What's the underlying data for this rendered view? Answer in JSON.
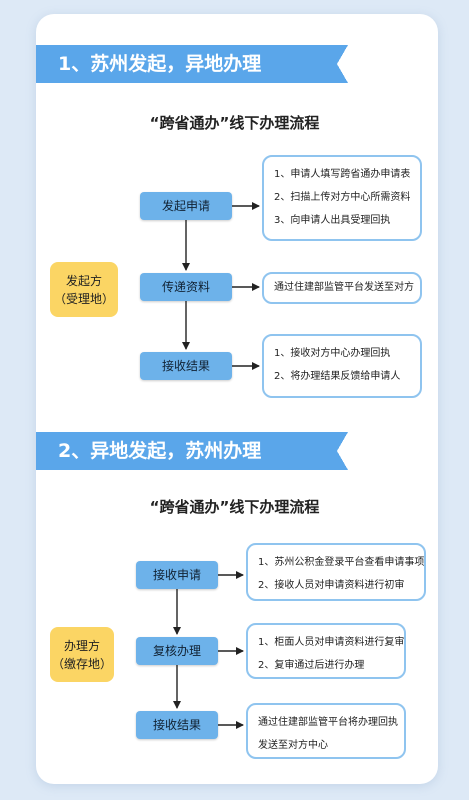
{
  "sections": [
    {
      "banner": "1、苏州发起，异地办理",
      "flow_title": "“跨省通办”线下办理流程",
      "role": [
        "发起方",
        "（受理地）"
      ],
      "steps": [
        "发起申请",
        "传递资料",
        "接收结果"
      ],
      "notes": [
        [
          "1、申请人填写跨省通办申请表",
          "2、扫描上传对方中心所需资料",
          "3、向申请人出具受理回执"
        ],
        [
          "通过住建部监管平台发送至对方"
        ],
        [
          "1、接收对方中心办理回执",
          "2、将办理结果反馈给申请人"
        ]
      ]
    },
    {
      "banner": "2、异地发起，苏州办理",
      "flow_title": "“跨省通办”线下办理流程",
      "role": [
        "办理方",
        "（缴存地）"
      ],
      "steps": [
        "接收申请",
        "复核办理",
        "接收结果"
      ],
      "notes": [
        [
          "1、苏州公积金登录平台查看申请事项",
          "2、接收人员对申请资料进行初审"
        ],
        [
          "1、柜面人员对申请资料进行复审",
          "2、复审通过后进行办理"
        ],
        [
          "通过住建部监管平台将办理回执",
          "发送至对方中心"
        ]
      ]
    }
  ]
}
